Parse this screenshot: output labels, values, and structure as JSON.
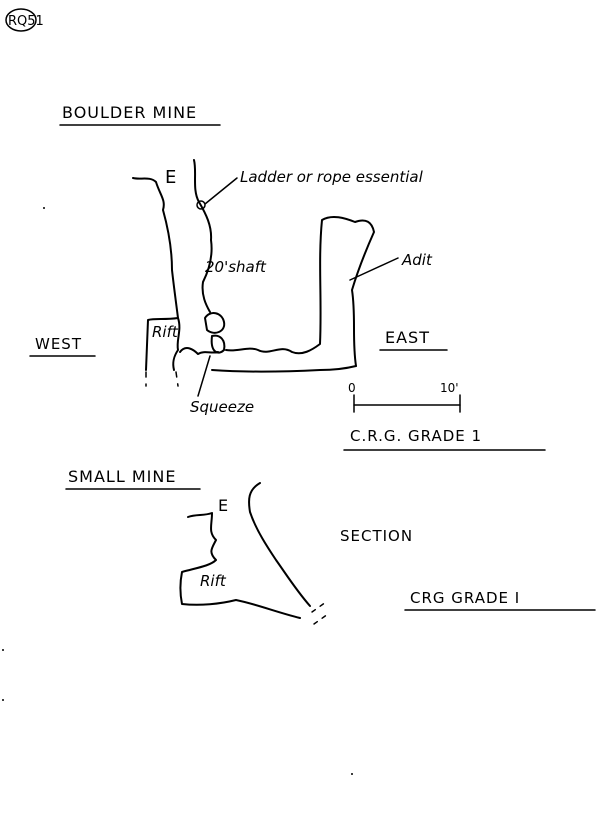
{
  "page_ref": "RQ51",
  "boulder_mine": {
    "title": "BOULDER MINE",
    "entrance": "E",
    "ladder_note": "Ladder or rope essential",
    "shaft_label": "20'shaft",
    "rift_label": "Rift",
    "squeeze_label": "Squeeze",
    "adit_label": "Adit",
    "west_label": "WEST",
    "east_label": "EAST",
    "scale_start": "0",
    "scale_end": "10'",
    "grade": "C.R.G. GRADE 1"
  },
  "small_mine": {
    "title": "SMALL MINE",
    "entrance": "E",
    "rift_label": "Rift",
    "section_label": "SECTION",
    "grade": "CRG GRADE I"
  }
}
